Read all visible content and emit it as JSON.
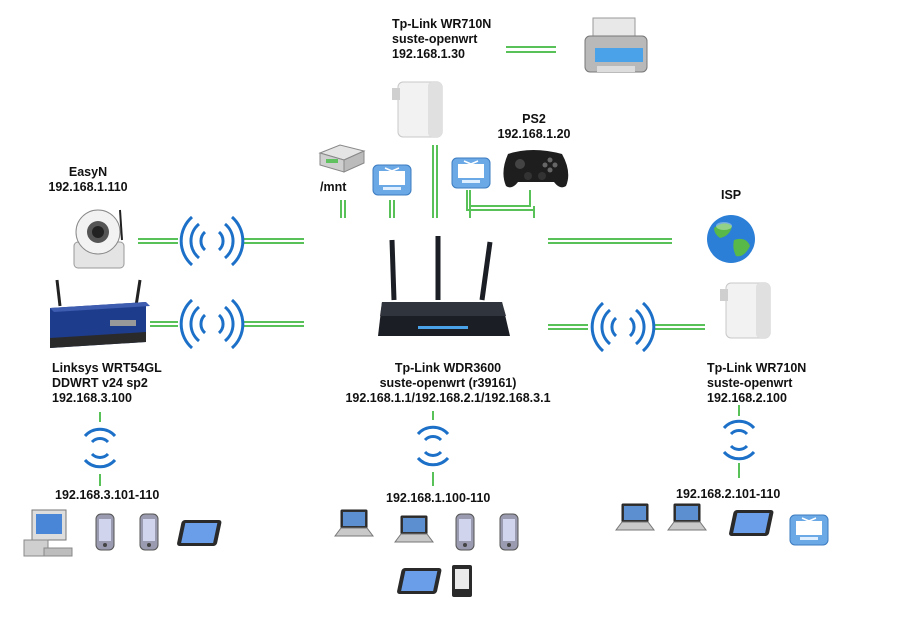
{
  "colors": {
    "link": "#58c258",
    "wifi": "#1c70c8",
    "router_body": "#1b1e24",
    "tv_badge": "#6aa8e6"
  },
  "nodes": {
    "router_top": {
      "name": "Tp-Link WR710N",
      "fw": "suste-openwrt",
      "ip": "192.168.1.30"
    },
    "ps2": {
      "name": "PS2",
      "ip": "192.168.1.20"
    },
    "mnt": {
      "label": "/mnt"
    },
    "easyn": {
      "name": "EasyN",
      "ip": "192.168.1.110"
    },
    "isp": {
      "name": "ISP"
    },
    "linksys": {
      "name": "Linksys WRT54GL",
      "fw": "DDWRT v24 sp2",
      "ip": "192.168.3.100"
    },
    "main": {
      "name": "Tp-Link WDR3600",
      "fw": "suste-openwrt (r39161)",
      "ip": "192.168.1.1/192.168.2.1/192.168.3.1"
    },
    "right": {
      "name": "Tp-Link WR710N",
      "fw": "suste-openwrt",
      "ip": "192.168.2.100"
    }
  },
  "ranges": {
    "left": "192.168.3.101-110",
    "center": "192.168.1.100-110",
    "right": "192.168.2.101-110"
  },
  "icons": {
    "printer": "printer-icon",
    "gamepad": "gamepad-icon",
    "tv": "tv-icon",
    "storage": "storage-icon",
    "camera": "ip-camera-icon",
    "globe": "globe-icon",
    "router": "router-icon",
    "travel_router": "travel-router-icon",
    "laptop": "laptop-icon",
    "phone": "phone-icon",
    "tablet": "tablet-icon",
    "desktop": "desktop-icon",
    "ereader": "ereader-icon",
    "wifi": "wifi-signal-icon"
  }
}
